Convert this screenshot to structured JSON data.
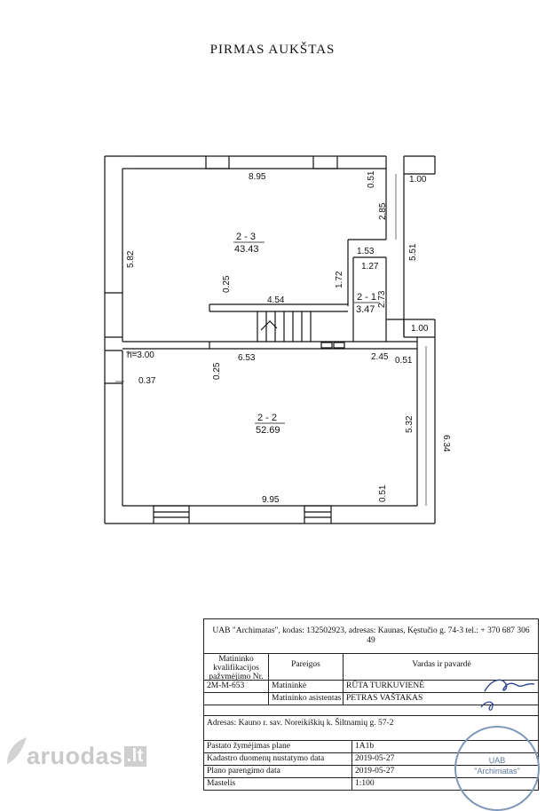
{
  "title": "PIRMAS AUKŠTAS",
  "plan": {
    "rooms": [
      {
        "id": "2 - 3",
        "area": "43.43"
      },
      {
        "id": "2 - 1",
        "area": "3.47"
      },
      {
        "id": "2 - 2",
        "area": "52.69"
      }
    ],
    "dimensions": {
      "top_width": "8.95",
      "left_height": "5.82",
      "right_upper": "2.85",
      "wall_051_a": "0.51",
      "ext_100_a": "1.00",
      "d_153": "1.53",
      "d_551": "5.51",
      "d_127": "1.27",
      "d_172": "1.72",
      "d_273": "2.73",
      "d_025_a": "0.25",
      "d_454": "4.54",
      "ext_100_b": "1.00",
      "height": "h=3.00",
      "d_653": "6.53",
      "d_245": "2.45",
      "wall_051_b": "0.51",
      "d_025_b": "0.25",
      "d_037": "0.37",
      "d_532": "5.32",
      "d_634": "6.34",
      "bottom_width": "9.95",
      "wall_051_c": "0.51"
    }
  },
  "title_block": {
    "company": "UAB \"Archimatas\", kodas: 132502923, adresas: Kaunas, Kęstučio g. 74-3 tel.: + 370 687 306 49",
    "headers": {
      "license_no": "Matininko kvalifikacijos pažymėjimo Nr.",
      "position": "Pareigos",
      "name": "Vardas ir pavardė"
    },
    "staff": [
      {
        "license": "2M-M-653",
        "position": "Matininkė",
        "name": "RŪTA TURKUVIENĖ"
      },
      {
        "license": "",
        "position": "Matininko asistentas",
        "name": "PETRAS VAŠTAKAS"
      }
    ],
    "address": "Adresas: Kauno r. sav. Noreikiškių k. Šiltnamių g. 57-2",
    "info": [
      {
        "label": "Pastato žymėjimas plane",
        "value": "1A1b"
      },
      {
        "label": "Kadastro duomenų nustatymo data",
        "value": "2019-05-27"
      },
      {
        "label": "Plano parengimo data",
        "value": "2019-05-27"
      },
      {
        "label": "Mastelis",
        "value": "1:100"
      }
    ]
  },
  "stamp": {
    "line1": "UAB",
    "line2": "\"Archimatas\""
  },
  "watermark": {
    "text": "aruodas",
    "suffix": ".lt"
  },
  "colors": {
    "ink": "#111111",
    "stamp": "#6f8bb0",
    "signature": "#2b3f8f",
    "watermark": "#c9c9c9"
  }
}
